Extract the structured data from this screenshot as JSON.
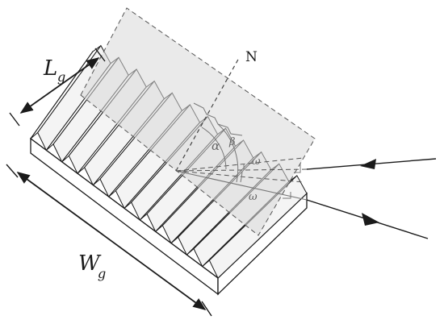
{
  "labels": {
    "width": "W",
    "width_sub": "g",
    "length": "L",
    "length_sub": "g",
    "normal": "N",
    "alpha": "α",
    "beta": "β",
    "omega_top": "ω",
    "omega_bottom": "ω"
  },
  "colors": {
    "stroke": "#1a1a1a",
    "plane_fill": "#e6e6e6",
    "dash": "#555555",
    "angle_gray": "#777777"
  },
  "grating": {
    "facet_count": 12
  }
}
